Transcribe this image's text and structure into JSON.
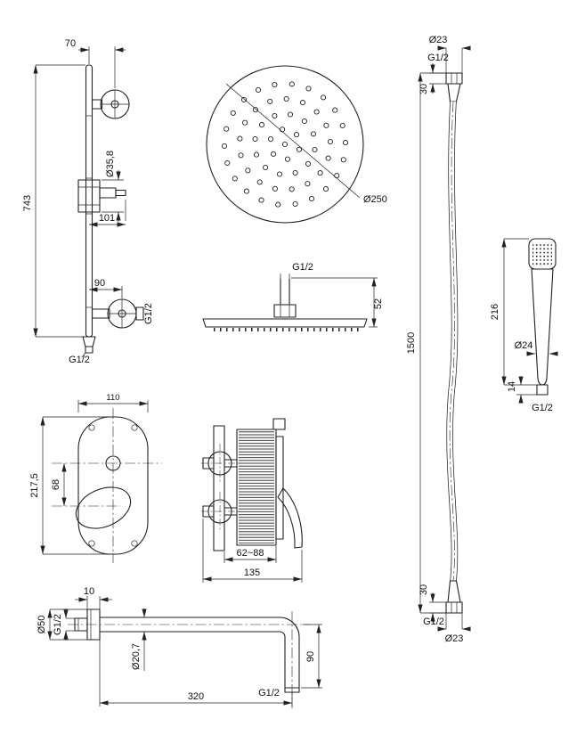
{
  "drawing": {
    "bg_color": "#ffffff",
    "line_color": "#222222"
  },
  "slider_bar": {
    "dim_top_offset": "70",
    "dim_height": "743",
    "dim_slider_diameter": "Ø35,8",
    "dim_holder_offset": "101",
    "dim_bottom_offset": "90",
    "label_thread_side": "G1/2",
    "label_thread_bottom": "G1/2"
  },
  "head_top_view": {
    "dim_diameter": "Ø250"
  },
  "head_side_view": {
    "label_thread": "G1/2",
    "dim_height": "52"
  },
  "hose": {
    "dim_diameter_top": "Ø23",
    "label_thread_top": "G1/2",
    "dim_end_top": "30",
    "dim_length": "1500",
    "dim_end_bottom": "30",
    "label_thread_bottom": "G1/2",
    "dim_diameter_bottom": "Ø23"
  },
  "hand_shower": {
    "dim_length": "216",
    "dim_diameter": "Ø24",
    "dim_thread_length": "14",
    "label_thread": "G1/2"
  },
  "mixer_front_view": {
    "dim_width": "110",
    "dim_height": "217,5",
    "dim_spacing": "68"
  },
  "mixer_side_view": {
    "dim_depth_range": "62~88",
    "dim_width": "135"
  },
  "spout": {
    "dim_flange_thickness": "10",
    "dim_flange_diameter": "Ø50",
    "label_thread_wall": "G1/2",
    "dim_pipe_diameter": "Ø20,7",
    "dim_drop": "90",
    "label_thread_outlet": "G1/2",
    "dim_length": "320"
  }
}
